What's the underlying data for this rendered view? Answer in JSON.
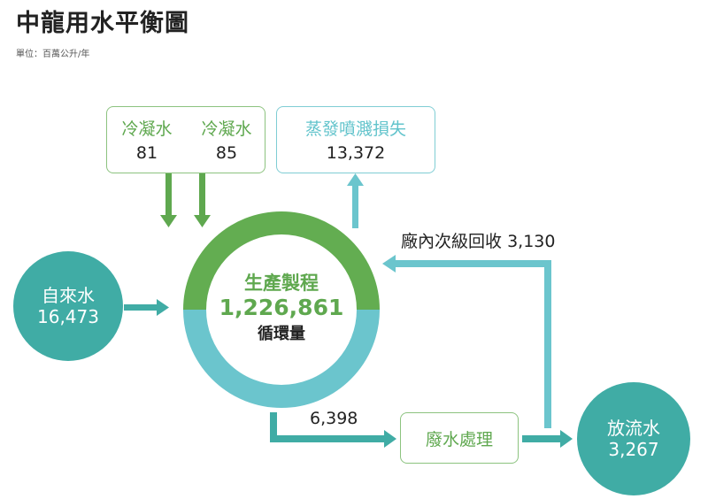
{
  "title": "中龍用水平衡圖",
  "unit": "單位：百萬公升/年",
  "condensate": [
    {
      "label": "冷凝水",
      "value": "81"
    },
    {
      "label": "冷凝水",
      "value": "85"
    }
  ],
  "evaporation": {
    "label": "蒸發噴濺損失",
    "value": "13,372"
  },
  "tap_water": {
    "label": "自來水",
    "value": "16,473"
  },
  "production": {
    "line1": "生產製程",
    "value": "1,226,861",
    "line3": "循環量"
  },
  "internal_recycle": {
    "label": "廠內次級回收",
    "value": "3,130"
  },
  "to_treatment": {
    "value": "6,398"
  },
  "treatment": {
    "label": "廢水處理"
  },
  "discharge": {
    "label": "放流水",
    "value": "3,267"
  },
  "colors": {
    "green": "#5fa84f",
    "teal": "#40aca5",
    "light_teal": "#63c4cc"
  }
}
